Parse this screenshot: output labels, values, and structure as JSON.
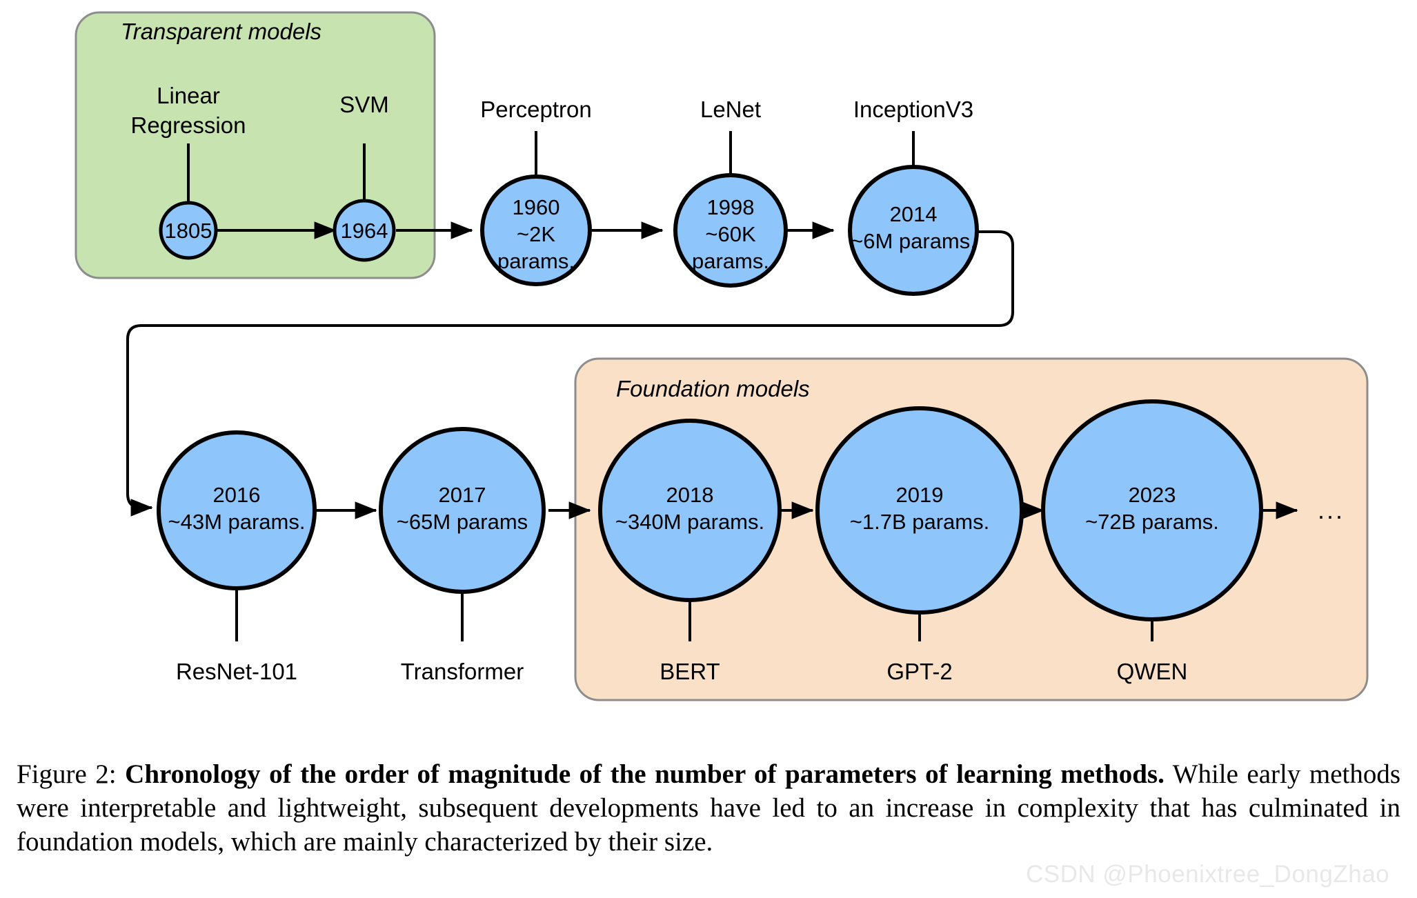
{
  "figure": {
    "groups": [
      {
        "id": "transparent",
        "title": "Transparent models",
        "fill": "#c7e3b0"
      },
      {
        "id": "foundation",
        "title": "Foundation models",
        "fill": "#fbe0c8"
      }
    ],
    "node_fill": "#8ec5fb",
    "stroke": "#000000",
    "trailing_ellipsis": "...",
    "row1": [
      {
        "id": "linear-regression",
        "label": "Linear\nRegression",
        "label_line1": "Linear",
        "label_line2": "Regression",
        "year": "1805",
        "params": "",
        "group": "transparent"
      },
      {
        "id": "svm",
        "label": "SVM",
        "label_line1": "SVM",
        "label_line2": "",
        "year": "1964",
        "params": "",
        "group": "transparent"
      },
      {
        "id": "perceptron",
        "label": "Perceptron",
        "label_line1": "Perceptron",
        "label_line2": "",
        "year": "1960",
        "params": "~2K\nparams.",
        "params_line1": "~2K",
        "params_line2": "params.",
        "group": ""
      },
      {
        "id": "lenet",
        "label": "LeNet",
        "label_line1": "LeNet",
        "label_line2": "",
        "year": "1998",
        "params": "~60K\nparams.",
        "params_line1": "~60K",
        "params_line2": "params.",
        "group": ""
      },
      {
        "id": "inceptionv3",
        "label": "InceptionV3",
        "label_line1": "InceptionV3",
        "label_line2": "",
        "year": "2014",
        "params": "~6M params.",
        "params_line1": "~6M params.",
        "params_line2": "",
        "group": ""
      }
    ],
    "row2": [
      {
        "id": "resnet-101",
        "label": "ResNet-101",
        "year": "2016",
        "params": "~43M params.",
        "group": ""
      },
      {
        "id": "transformer",
        "label": "Transformer",
        "year": "2017",
        "params": "~65M params",
        "group": ""
      },
      {
        "id": "bert",
        "label": "BERT",
        "year": "2018",
        "params": "~340M params.",
        "group": "foundation"
      },
      {
        "id": "gpt-2",
        "label": "GPT-2",
        "year": "2019",
        "params": "~1.7B params.",
        "group": "foundation"
      },
      {
        "id": "qwen",
        "label": "QWEN",
        "year": "2023",
        "params": "~72B params.",
        "group": "foundation"
      }
    ]
  },
  "caption": {
    "figure_number": "Figure 2:",
    "bold_title": "Chronology of the order of magnitude of the number of parameters of learning methods.",
    "body": "While early methods were interpretable and lightweight, subsequent developments have led to an increase in complexity that has culminated in foundation models, which are mainly characterized by their size."
  },
  "watermark": {
    "text": "CSDN @Phoenixtree_DongZhao"
  },
  "chart_data": {
    "type": "diagram",
    "title": "Chronology of the order of magnitude of the number of parameters of learning methods.",
    "categories": [
      "Linear Regression",
      "SVM",
      "Perceptron",
      "LeNet",
      "InceptionV3",
      "ResNet-101",
      "Transformer",
      "BERT",
      "GPT-2",
      "QWEN"
    ],
    "years": [
      1805,
      1964,
      1960,
      1998,
      2014,
      2016,
      2017,
      2018,
      2019,
      2023
    ],
    "param_labels": [
      "",
      "",
      "~2K params.",
      "~60K params.",
      "~6M params.",
      "~43M params.",
      "~65M params",
      "~340M params.",
      "~1.7B params.",
      "~72B params."
    ],
    "param_values": [
      null,
      null,
      2000,
      60000,
      6000000,
      43000000,
      65000000,
      340000000,
      1700000000,
      72000000000
    ]
  }
}
